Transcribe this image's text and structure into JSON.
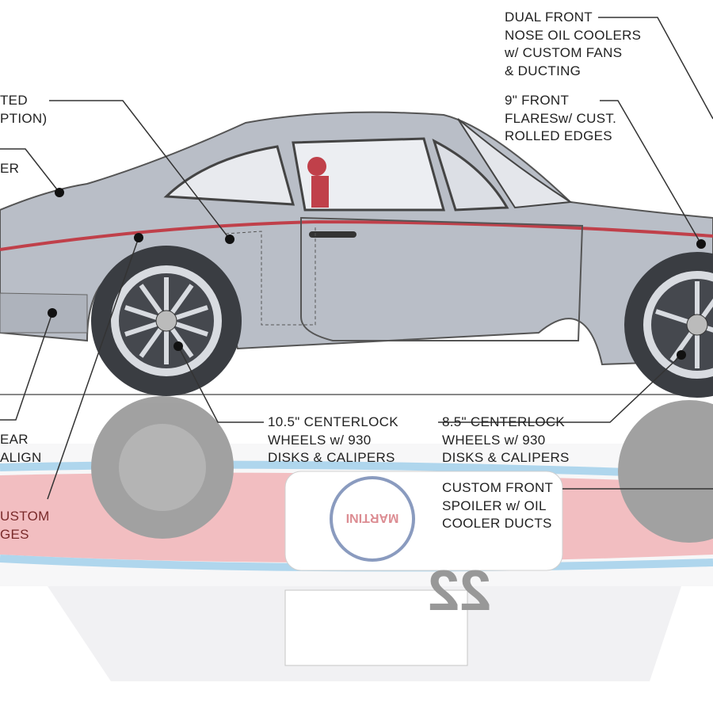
{
  "callouts": {
    "dual_front": [
      "DUAL FRONT",
      "NOSE OIL COOLERS",
      "w/ CUSTOM FANS",
      "& DUCTING"
    ],
    "front_flares": [
      "9\" FRONT",
      "FLARESw/ CUST.",
      "ROLLED EDGES"
    ],
    "left_top": [
      "TED",
      "PTION)"
    ],
    "left_mid": [
      "ER"
    ],
    "left_rear": [
      "EAR",
      "ALIGN"
    ],
    "left_custom": [
      "USTOM",
      "GES"
    ],
    "rear_wheels": [
      "10.5\" CENTERLOCK",
      "WHEELS w/ 930",
      "DISKS & CALIPERS"
    ],
    "front_wheels": [
      "8.5\" CENTERLOCK",
      "WHEELS w/ 930",
      "DISKS & CALIPERS"
    ],
    "front_spoiler": [
      "CUSTOM FRONT",
      "SPOILER w/ OIL",
      "COOLER DUCTS"
    ]
  },
  "reflection": {
    "logo": "MARTINI",
    "race_number": "22"
  },
  "colors": {
    "body": "#b9bec7",
    "stripe_red": "#c0404a",
    "stripe_blue": "#6fb6df",
    "line": "#333333"
  }
}
